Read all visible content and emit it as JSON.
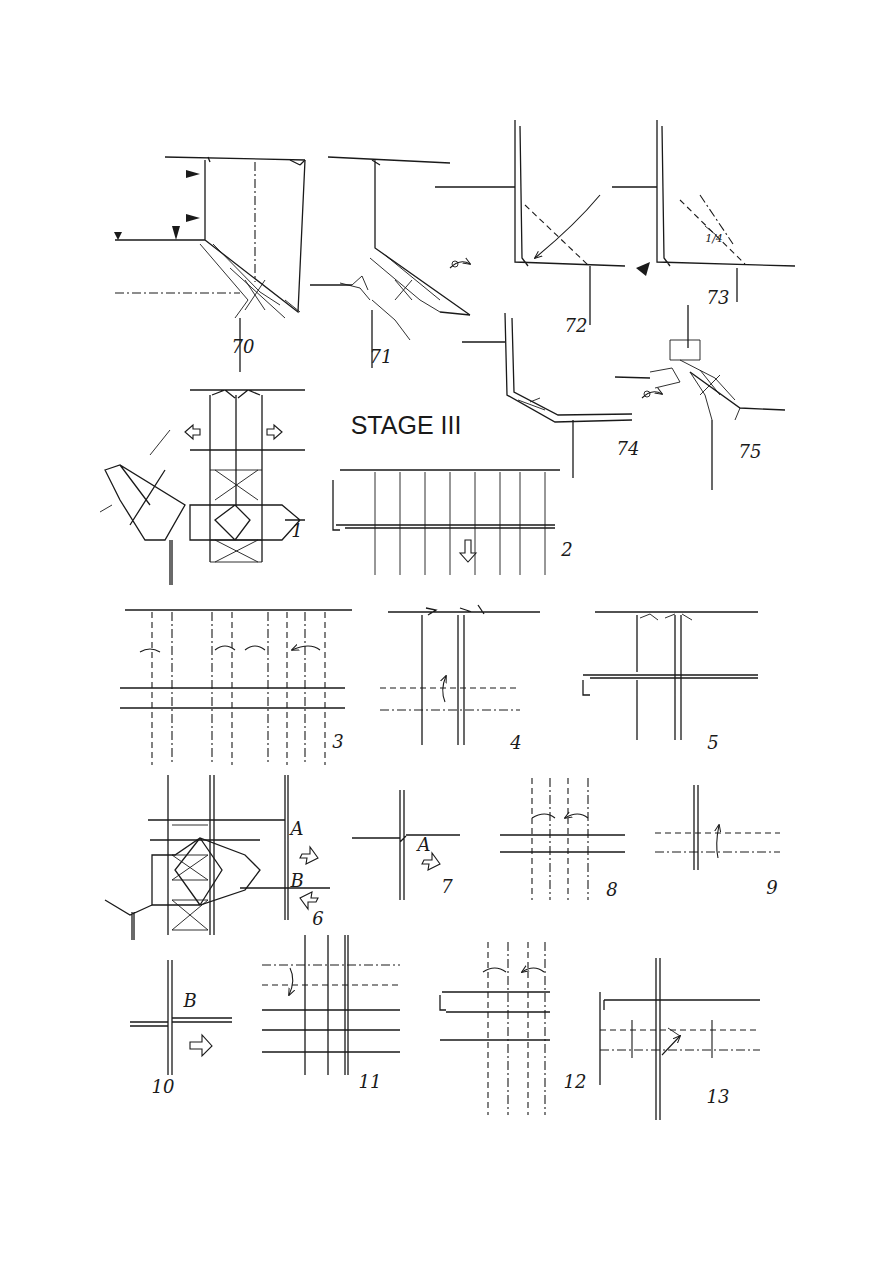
{
  "diagram": {
    "labels": [
      "70",
      "71",
      "72",
      "73",
      "1/4",
      "74",
      "75",
      "STAGE III",
      "1",
      "2",
      "3",
      "4",
      "5",
      "6",
      "A",
      "B",
      "7",
      "A",
      "8",
      "9",
      "10",
      "B",
      "11",
      "12",
      "13"
    ]
  }
}
